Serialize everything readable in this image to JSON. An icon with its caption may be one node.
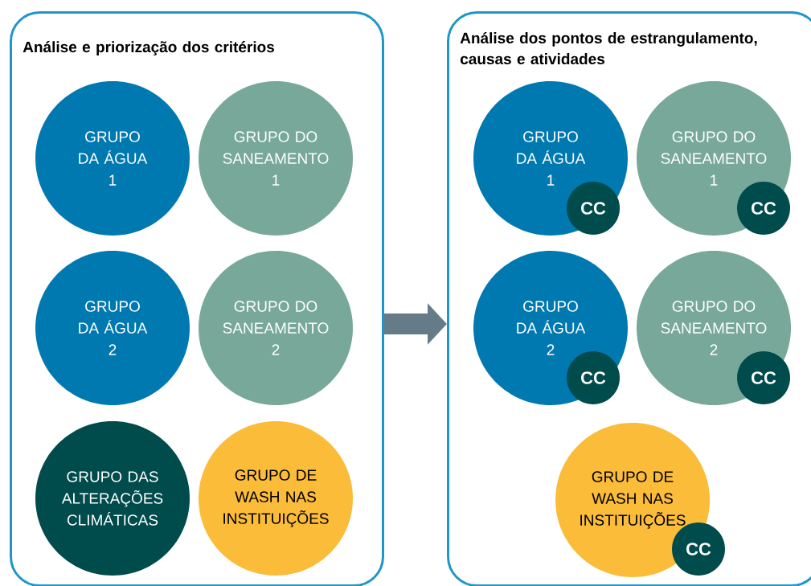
{
  "diagram": {
    "nodes": [
      {
        "text": [
          "Análise e priorização dos critérios"
        ]
      },
      {
        "text": [
          "GRUPO DA ÁGUA",
          "1"
        ],
        "in": 0
      },
      {
        "text": [
          "GRUPO DO SANEAMENTO",
          "1"
        ],
        "in": 0
      },
      {
        "text": [
          "GRUPO DA ÁGUA",
          "2"
        ],
        "in": 0
      },
      {
        "text": [
          "GRUPO DO SANEAMENTO",
          "2"
        ],
        "in": 0
      },
      {
        "text": [
          "GRUPO DAS ALTERAÇÕES CLIMÁTICAS"
        ],
        "in": 0
      },
      {
        "text": [
          "GRUPO DE WASH NAS INSTITUIÇÕES"
        ],
        "in": 0
      },
      {
        "text": [
          "Análise dos pontos de estrangulamento, causas e atividades"
        ]
      },
      {
        "text": [
          "GRUPO DA ÁGUA",
          "1"
        ],
        "in": 7
      },
      {
        "text": [
          "CC"
        ],
        "in": 8
      },
      {
        "text": [
          "GRUPO DO SANEAMENTO",
          "1"
        ],
        "in": 7
      },
      {
        "text": [
          "CC"
        ],
        "in": 10
      },
      {
        "text": [
          "GRUPO DA ÁGUA",
          "2"
        ],
        "in": 7
      },
      {
        "text": [
          "CC"
        ],
        "in": 12
      },
      {
        "text": [
          "GRUPO DO SANEAMENTO",
          "2"
        ],
        "in": 7
      },
      {
        "text": [
          "CC"
        ],
        "in": 14
      },
      {
        "text": [
          "GRUPO DE WASH NAS INSTITUIÇÕES"
        ],
        "in": 7
      },
      {
        "text": [
          "CC"
        ],
        "in": 7
      }
    ],
    "edges": [
      {
        "from": 0,
        "to": 7,
        "arrow": "to"
      }
    ]
  }
}
